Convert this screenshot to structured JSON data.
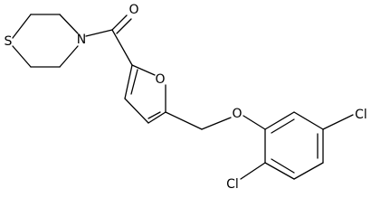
{
  "molecule": {
    "atoms": {
      "sulfur": "S",
      "nitrogen": "N",
      "carbonyl_oxygen": "O",
      "furan_oxygen": "O",
      "ether_oxygen": "O",
      "chlorine_upper": "Cl",
      "chlorine_lower": "Cl"
    },
    "colors": {
      "bond": "#000000",
      "background": "#ffffff"
    }
  }
}
